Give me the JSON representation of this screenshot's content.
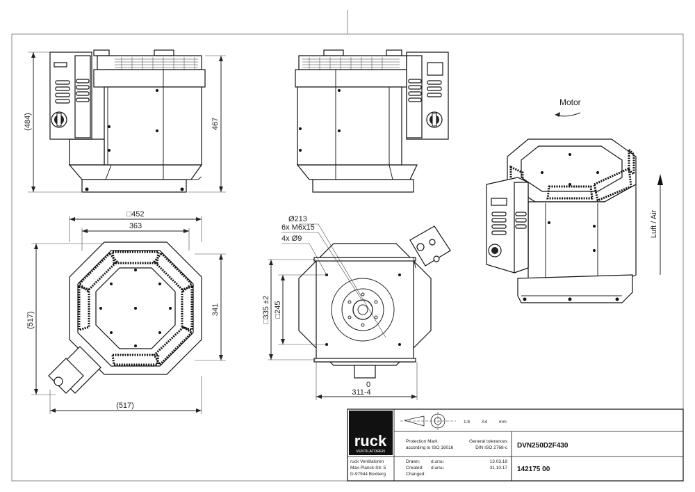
{
  "drawing": {
    "dims": {
      "front_height_ref": "(484)",
      "front_height": "467",
      "top_width_sq": "□452",
      "top_width": "363",
      "top_depth_ref": "(517)",
      "top_depth": "341",
      "top_bottom_ref": "(517)",
      "base_dia": "Ø213",
      "base_screws": "6x M6x15",
      "base_holes": "4x  Ø9",
      "base_sq_tol": "□335 ±2",
      "base_sq_inner": "□245",
      "base_zero": "0",
      "base_bottom": "311-4"
    },
    "labels": {
      "motor": "Motor",
      "airflow": "Luft / Air"
    }
  },
  "title_block": {
    "brand": "ruck",
    "brand_sub": "VENTILATOREN",
    "scale": "1:8",
    "paper": "A4",
    "units": "mm",
    "protection_l1": "Protection Mark",
    "protection_l2": "according to ISO 16016",
    "tol_l1": "General tolerances",
    "tol_l2": "DIN ISO  2768-c",
    "model": "DVN250D2F430",
    "company_l1": "ruck Ventilatoren",
    "company_l2": "Max-Planck-Str. 5",
    "company_l3": "D-97944 Boxberg",
    "drawn_label": "Drawn:",
    "drawn_by": "d.ursu",
    "drawn_date": "13.03.18",
    "created_label": "Created:",
    "created_by": "d.ursu",
    "created_date": "31.10.17",
    "changed_label": "Changed:",
    "drawing_no": "142175 00"
  }
}
